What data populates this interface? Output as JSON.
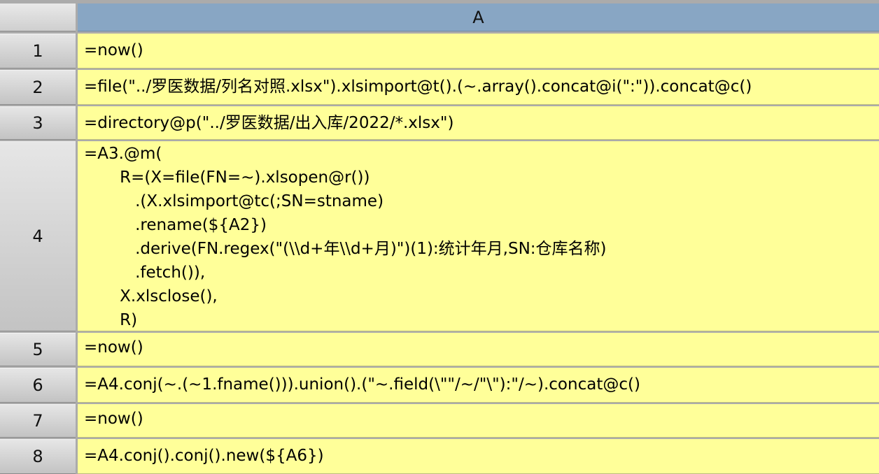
{
  "sheet": {
    "column_header": "A",
    "rows": [
      {
        "num": "1",
        "formula": "=now()"
      },
      {
        "num": "2",
        "formula": "=file(\"../罗医数据/列名对照.xlsx\").xlsimport@t().(~.array().concat@i(\":\")).concat@c()"
      },
      {
        "num": "3",
        "formula": "=directory@p(\"../罗医数据/出入库/2022/*.xlsx\")"
      },
      {
        "num": "4",
        "formula": "=A3.@m(\n       R=(X=file(FN=~).xlsopen@r())\n          .(X.xlsimport@tc(;SN=stname)\n          .rename(${A2})\n          .derive(FN.regex(\"(\\\\d+年\\\\d+月)\")(1):统计年月,SN:仓库名称)\n          .fetch()),\n       X.xlsclose(),\n       R)"
      },
      {
        "num": "5",
        "formula": "=now()"
      },
      {
        "num": "6",
        "formula": "=A4.conj(~.(~1.fname())).union().(\"~.field(\\\"\"/~/\"\\\"):\"/~).concat@c()"
      },
      {
        "num": "7",
        "formula": "=now()"
      },
      {
        "num": "8",
        "formula": "=A4.conj().conj().new(${A6})"
      }
    ]
  }
}
